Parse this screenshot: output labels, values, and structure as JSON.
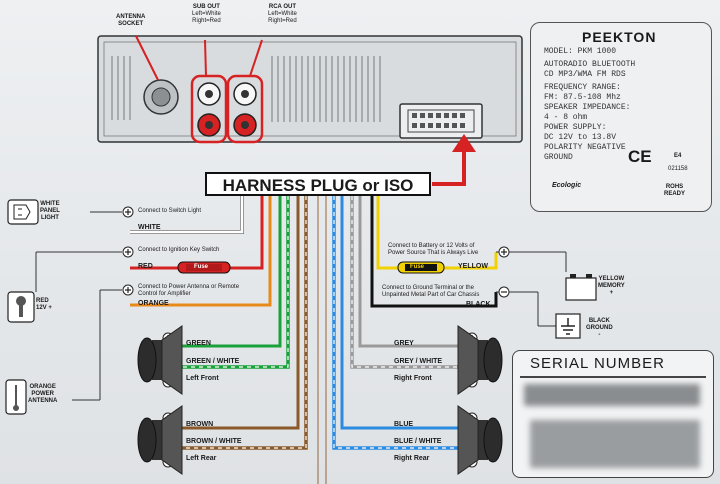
{
  "top_labels": {
    "antenna": [
      "ANTENNA",
      "SOCKET"
    ],
    "sub_out": [
      "SUB OUT",
      "Left=White",
      "Right=Red"
    ],
    "rca_out": [
      "RCA OUT",
      "Left=White",
      "Right=Red"
    ]
  },
  "spec": {
    "brand": "PEEKTON",
    "model": "MODEL: PKM 1000",
    "line1": "AUTORADIO BLUETOOTH",
    "line2": "CD MP3/WMA FM RDS",
    "freq_title": "FREQUENCY RANGE:",
    "freq_value": "FM: 87.5-108 Mhz",
    "imp_title": "SPEAKER IMPEDANCE:",
    "imp_value": "4 - 8 ohm",
    "power_title": "POWER SUPPLY:",
    "power_value": "DC 12V to 13.8V",
    "polarity1": "POLARITY NEGATIVE",
    "polarity2": "GROUND",
    "ce": "CE",
    "e4": "E4",
    "e4_code": "021158",
    "ecologic": "Ecologic",
    "rohs1": "ROHS",
    "rohs2": "READY"
  },
  "harness": "HARNESS PLUG or ISO",
  "left_side": {
    "panel_light": [
      "WHITE",
      "PANEL",
      "LIGHT"
    ],
    "switch_light_note": "Connect to Switch Light",
    "white": "WHITE",
    "ignition_note": "Connect to Ignition Key Switch",
    "red": "RED",
    "fuse": "Fuse",
    "red12v": [
      "RED",
      "12V +"
    ],
    "antenna_note": [
      "Connect to Power Antenna or Remote",
      "Control for Amplifier"
    ],
    "orange": "ORANGE",
    "orange_power": [
      "ORANGE",
      "POWER",
      "ANTENNA"
    ],
    "green": "GREEN",
    "green_white": "GREEN / WHITE",
    "left_front": "Left Front",
    "brown": "BROWN",
    "brown_white": "BROWN / WHITE",
    "left_rear": "Left Rear"
  },
  "right_side": {
    "battery_note": [
      "Connect to Battery or 12 Volts of",
      "Power Source That is Always Live"
    ],
    "fuse": "Fuse",
    "yellow": "YELLOW",
    "yellow_memory": [
      "YELLOW",
      "MEMORY",
      "+"
    ],
    "ground_note": [
      "Connect to Ground Terminal or the",
      "Unpainted Metal Part of Car Chassis"
    ],
    "black": "BLACK",
    "black_ground": [
      "BLACK",
      "GROUND",
      "-"
    ],
    "grey": "GREY",
    "grey_white": "GREY / WHITE",
    "right_front": "Right Front",
    "blue": "BLUE",
    "blue_white": "BLUE / WHITE",
    "right_rear": "Right Rear"
  },
  "serial": {
    "title": "SERIAL NUMBER"
  },
  "colors": {
    "red": "#d62222",
    "white": "#ffffff",
    "orange": "#e88a1a",
    "green": "#19a13a",
    "brown": "#8b5a2b",
    "yellow": "#f2d100",
    "black": "#111111",
    "grey": "#9a9a9a",
    "blue": "#2c8be0"
  },
  "signs": {
    "plus": "+",
    "minus": "-"
  }
}
